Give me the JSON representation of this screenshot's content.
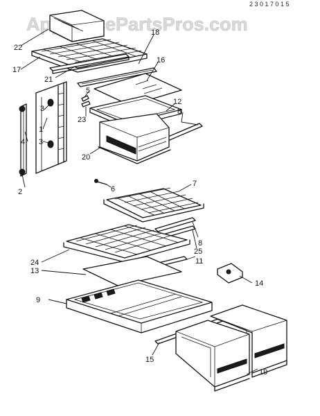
{
  "watermark": "AppliancePartsPros.com",
  "corner_code": "2 3 0 1 7 0 1 5",
  "callouts": {
    "c22": "22",
    "c17": "17",
    "c21": "21",
    "c18": "18",
    "c16": "16",
    "c5": "5",
    "c3a": "3",
    "c12": "12",
    "c8a": "8",
    "c1": "1",
    "c23": "23",
    "c4": "4",
    "c3b": "3",
    "c20": "20",
    "c2": "2",
    "c6": "6",
    "c7": "7",
    "c8b": "8",
    "c25": "25",
    "c24": "24",
    "c13": "13",
    "c11": "11",
    "c14": "14",
    "c9": "9",
    "c15": "15",
    "c19": "19"
  }
}
